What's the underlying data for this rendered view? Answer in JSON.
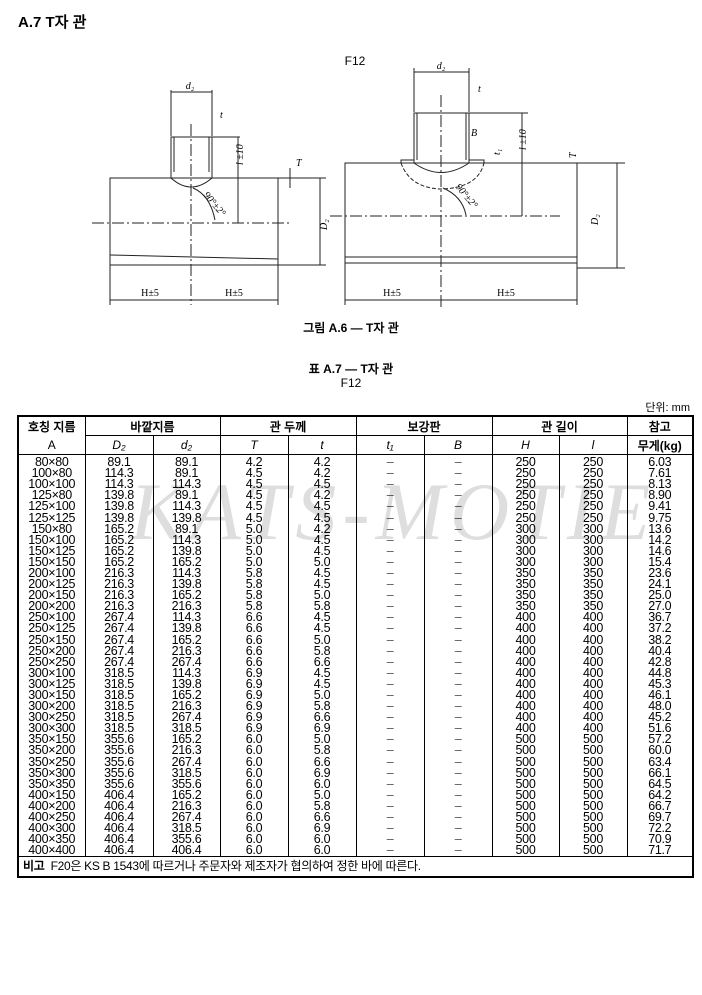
{
  "section_title": "A.7   T자 관",
  "figure": {
    "label": "F12",
    "caption": "그림 A.6 — T자 관",
    "dims": {
      "d2": "d₂",
      "t": "t",
      "T": "T",
      "l": "l ±10",
      "angle": "90°±2°",
      "D2": "D₂",
      "H": "H±5",
      "B": "B",
      "t1": "t₁"
    }
  },
  "table_caption": "표 A.7 — T자 관",
  "table_subtitle": "F12",
  "unit": "단위: mm",
  "watermark": "KATS-MOTIE",
  "table": {
    "group_headers": [
      "호칭 지름",
      "바깥지름",
      "관 두께",
      "보강판",
      "관 길이",
      "참고"
    ],
    "sub_headers": [
      "A",
      "D₂",
      "d₂",
      "T",
      "t",
      "t₁",
      "B",
      "H",
      "l",
      "무게(kg)"
    ],
    "rows": [
      [
        "80×80",
        "89.1",
        "89.1",
        "4.2",
        "4.2",
        "–",
        "–",
        "250",
        "250",
        "6.03"
      ],
      [
        "100×80",
        "114.3",
        "89.1",
        "4.5",
        "4.2",
        "–",
        "–",
        "250",
        "250",
        "7.61"
      ],
      [
        "100×100",
        "114.3",
        "114.3",
        "4.5",
        "4.5",
        "–",
        "–",
        "250",
        "250",
        "8.13"
      ],
      [
        "125×80",
        "139.8",
        "89.1",
        "4.5",
        "4.2",
        "–",
        "–",
        "250",
        "250",
        "8.90"
      ],
      [
        "125×100",
        "139.8",
        "114.3",
        "4.5",
        "4.5",
        "–",
        "–",
        "250",
        "250",
        "9.41"
      ],
      [
        "125×125",
        "139.8",
        "139.8",
        "4.5",
        "4.5",
        "–",
        "–",
        "250",
        "250",
        "9.75"
      ],
      [
        "150×80",
        "165.2",
        "89.1",
        "5.0",
        "4.2",
        "–",
        "–",
        "300",
        "300",
        "13.6"
      ],
      [
        "150×100",
        "165.2",
        "114.3",
        "5.0",
        "4.5",
        "–",
        "–",
        "300",
        "300",
        "14.2"
      ],
      [
        "150×125",
        "165.2",
        "139.8",
        "5.0",
        "4.5",
        "–",
        "–",
        "300",
        "300",
        "14.6"
      ],
      [
        "150×150",
        "165.2",
        "165.2",
        "5.0",
        "5.0",
        "–",
        "–",
        "300",
        "300",
        "15.4"
      ],
      [
        "200×100",
        "216.3",
        "114.3",
        "5.8",
        "4.5",
        "–",
        "–",
        "350",
        "350",
        "23.6"
      ],
      [
        "200×125",
        "216.3",
        "139.8",
        "5.8",
        "4.5",
        "–",
        "–",
        "350",
        "350",
        "24.1"
      ],
      [
        "200×150",
        "216.3",
        "165.2",
        "5.8",
        "5.0",
        "–",
        "–",
        "350",
        "350",
        "25.0"
      ],
      [
        "200×200",
        "216.3",
        "216.3",
        "5.8",
        "5.8",
        "–",
        "–",
        "350",
        "350",
        "27.0"
      ],
      [
        "250×100",
        "267.4",
        "114.3",
        "6.6",
        "4.5",
        "–",
        "–",
        "400",
        "400",
        "36.7"
      ],
      [
        "250×125",
        "267.4",
        "139.8",
        "6.6",
        "4.5",
        "–",
        "–",
        "400",
        "400",
        "37.2"
      ],
      [
        "250×150",
        "267.4",
        "165.2",
        "6.6",
        "5.0",
        "–",
        "–",
        "400",
        "400",
        "38.2"
      ],
      [
        "250×200",
        "267.4",
        "216.3",
        "6.6",
        "5.8",
        "–",
        "–",
        "400",
        "400",
        "40.4"
      ],
      [
        "250×250",
        "267.4",
        "267.4",
        "6.6",
        "6.6",
        "–",
        "–",
        "400",
        "400",
        "42.8"
      ],
      [
        "300×100",
        "318.5",
        "114.3",
        "6.9",
        "4.5",
        "–",
        "–",
        "400",
        "400",
        "44.8"
      ],
      [
        "300×125",
        "318.5",
        "139.8",
        "6.9",
        "4.5",
        "–",
        "–",
        "400",
        "400",
        "45.3"
      ],
      [
        "300×150",
        "318.5",
        "165.2",
        "6.9",
        "5.0",
        "–",
        "–",
        "400",
        "400",
        "46.1"
      ],
      [
        "300×200",
        "318.5",
        "216.3",
        "6.9",
        "5.8",
        "–",
        "–",
        "400",
        "400",
        "48.0"
      ],
      [
        "300×250",
        "318.5",
        "267.4",
        "6.9",
        "6.6",
        "–",
        "–",
        "400",
        "400",
        "45.2"
      ],
      [
        "300×300",
        "318.5",
        "318.5",
        "6.9",
        "6.9",
        "–",
        "–",
        "400",
        "400",
        "51.6"
      ],
      [
        "350×150",
        "355.6",
        "165.2",
        "6.0",
        "5.0",
        "–",
        "–",
        "500",
        "500",
        "57.2"
      ],
      [
        "350×200",
        "355.6",
        "216.3",
        "6.0",
        "5.8",
        "–",
        "–",
        "500",
        "500",
        "60.0"
      ],
      [
        "350×250",
        "355.6",
        "267.4",
        "6.0",
        "6.6",
        "–",
        "–",
        "500",
        "500",
        "63.4"
      ],
      [
        "350×300",
        "355.6",
        "318.5",
        "6.0",
        "6.9",
        "–",
        "–",
        "500",
        "500",
        "66.1"
      ],
      [
        "350×350",
        "355.6",
        "355.6",
        "6.0",
        "6.0",
        "–",
        "–",
        "500",
        "500",
        "64.5"
      ],
      [
        "400×150",
        "406.4",
        "165.2",
        "6.0",
        "5.0",
        "–",
        "–",
        "500",
        "500",
        "64.2"
      ],
      [
        "400×200",
        "406.4",
        "216.3",
        "6.0",
        "5.8",
        "–",
        "–",
        "500",
        "500",
        "66.7"
      ],
      [
        "400×250",
        "406.4",
        "267.4",
        "6.0",
        "6.6",
        "–",
        "–",
        "500",
        "500",
        "69.7"
      ],
      [
        "400×300",
        "406.4",
        "318.5",
        "6.0",
        "6.9",
        "–",
        "–",
        "500",
        "500",
        "72.2"
      ],
      [
        "400×350",
        "406.4",
        "355.6",
        "6.0",
        "6.0",
        "–",
        "–",
        "500",
        "500",
        "70.9"
      ],
      [
        "400×400",
        "406.4",
        "406.4",
        "6.0",
        "6.0",
        "–",
        "–",
        "500",
        "500",
        "71.7"
      ]
    ],
    "note_label": "비고",
    "note_text": "F20은 KS B 1543에 따르거나 주문자와 제조자가 협의하여 정한 바에 따른다."
  }
}
